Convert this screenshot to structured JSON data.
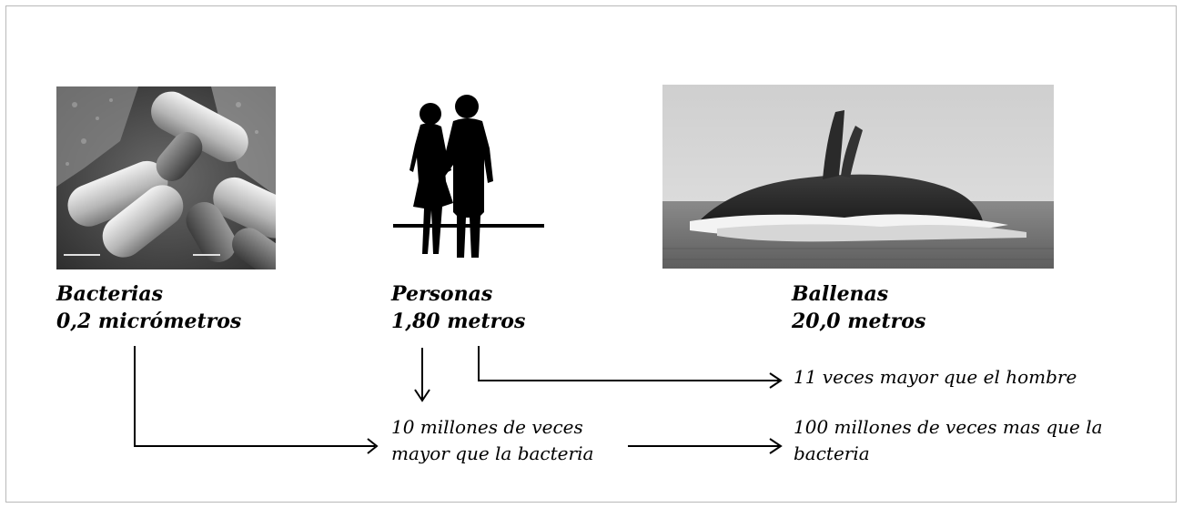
{
  "items": [
    {
      "name": "Bacterias",
      "size": "0,2 micrómetros"
    },
    {
      "name": "Personas",
      "size": "1,80 metros"
    },
    {
      "name": "Ballenas",
      "size": "20,0 metros"
    }
  ],
  "comparisons": {
    "whale_vs_human": "11 veces mayor que el hombre",
    "human_vs_bacteria": [
      "10 millones de veces",
      "mayor que la bacteria"
    ],
    "whale_vs_bacteria": [
      "100 millones de veces mas que la",
      "bacteria"
    ]
  }
}
